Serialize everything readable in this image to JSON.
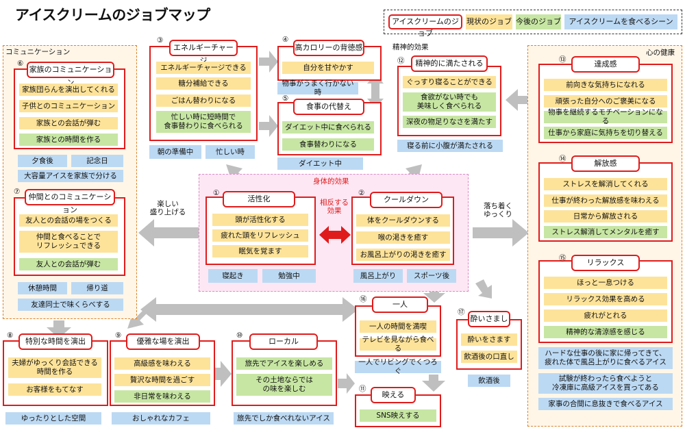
{
  "title": "アイスクリームのジョブマップ",
  "legend": [
    "アイスクリームのジョブ",
    "現状のジョブ",
    "今後のジョブ",
    "アイスクリームを食べるシーン"
  ],
  "groups": {
    "communication": "コミュニケーション",
    "mental": "精神的効果",
    "heart": "心の健康",
    "physical": "身体的効果"
  },
  "labels": {
    "enjoy": "楽しい\n盛り上げる",
    "calm": "落ち着く\nゆっくり",
    "opposite": "相反する\n効果"
  },
  "jobs": {
    "j1": {
      "num": "①",
      "head": "活性化",
      "items": [
        "頭が活性化する",
        "疲れた頭をリフレッシュ",
        "眠気を覚ます"
      ],
      "scenes": [
        "寝起き",
        "勉強中"
      ]
    },
    "j2": {
      "num": "②",
      "head": "クールダウン",
      "items": [
        "体をクールダウンする",
        "喉の渇きを癒す",
        "お風呂上がりの渇きを癒す"
      ],
      "scenes": [
        "風呂上がり",
        "スポーツ後"
      ]
    },
    "j3": {
      "num": "③",
      "head": "エネルギーチャージ",
      "items": [
        "エネルギーチャージできる",
        "糖分補給できる",
        "ごはん替わりになる",
        "忙しい時に短時間で\n食事替わりに食べられる"
      ],
      "scenes": [
        "朝の準備中",
        "忙しい時"
      ]
    },
    "j4": {
      "num": "④",
      "head": "高カロリーの背徳感",
      "items": [
        "自分を甘やかす"
      ],
      "scenes": [
        "物事がうまく行かない時"
      ]
    },
    "j5": {
      "num": "⑤",
      "head": "食事の代替え",
      "items": [
        "ダイエット中に食べられる",
        "食事替わりになる"
      ],
      "scenes": [
        "ダイエット中"
      ]
    },
    "j6": {
      "num": "⑥",
      "head": "家族のコミュニケーション",
      "items": [
        "家族団らんを演出してくれる",
        "子供とのコミュニケーション",
        "家族との会話が弾む",
        "家族との時間を作る"
      ],
      "scenes": [
        "夕食後",
        "記念日",
        "大容量アイスを家族で分ける"
      ]
    },
    "j7": {
      "num": "⑦",
      "head": "仲間とのコミュニケーション",
      "items": [
        "友人との会話の場をつくる",
        "仲間と食べることで\nリフレッシュできる",
        "友人との会話が弾む"
      ],
      "scenes": [
        "休憩時間",
        "帰り道",
        "友達同士で味くらべする"
      ]
    },
    "j8": {
      "num": "⑧",
      "head": "特別な時間を演出",
      "items": [
        "夫婦がゆっくり会話できる\n時間を作る",
        "お客様をもてなす"
      ],
      "scenes": [
        "ゆったりとした空間"
      ]
    },
    "j9": {
      "num": "⑨",
      "head": "優雅な場を演出",
      "items": [
        "高級感を味わえる",
        "贅沢な時間を過ごす",
        "非日常を味わえる"
      ],
      "scenes": [
        "おしゃれなカフェ"
      ]
    },
    "j10": {
      "num": "⑩",
      "head": "ローカル",
      "items": [
        "旅先でアイスを楽しめる",
        "その土地ならでは\nの味を楽しむ"
      ],
      "scenes": [
        "旅先でしか食べれないアイス"
      ]
    },
    "j11": {
      "num": "⑪",
      "head": "映える",
      "items": [
        "SNS映えする"
      ],
      "scenes": []
    },
    "j12": {
      "num": "⑫",
      "head": "精神的に満たされる",
      "items": [
        "ぐっすり寝ることができる",
        "食欲がない時でも\n美味しく食べられる",
        "深夜の物足りなさを満たす"
      ],
      "scenes": [
        "寝る前に小腹が満たされる"
      ]
    },
    "j13": {
      "num": "⑬",
      "head": "達成感",
      "items": [
        "前向きな気持ちになれる",
        "頑張った自分へのご褒美になる",
        "物事を継続するモチベーションになる",
        "仕事から家庭に気持ちを切り替える"
      ],
      "scenes": []
    },
    "j14": {
      "num": "⑭",
      "head": "解放感",
      "items": [
        "ストレスを解消してくれる",
        "仕事が終わった解放感を味わえる",
        "日常から解放される",
        "ストレス解消してメンタルを癒す"
      ],
      "scenes": []
    },
    "j15": {
      "num": "⑮",
      "head": "リラックス",
      "items": [
        "ほっと一息つける",
        "リラックス効果を高める",
        "疲れがとれる",
        "精神的な清涼感を感じる"
      ],
      "scenes": [
        "ハードな仕事の後に家に帰ってきて、\n疲れた体で風呂上がりに食べるアイス",
        "試験が終わったら食べようと\n冷凍庫に高級アイスを買ってある",
        "家事の合間に息抜きで食べるアイス"
      ]
    },
    "j16": {
      "num": "⑯",
      "head": "一人",
      "items": [
        "一人の時間を満喫",
        "テレビを見ながら食べる"
      ],
      "scenes": [
        "一人でリビングでくつろぐ"
      ]
    },
    "j17": {
      "num": "⑰",
      "head": "酔いさまし",
      "items": [
        "酔いをさます",
        "飲酒後の口直し"
      ],
      "scenes": [
        "飲酒後"
      ]
    }
  },
  "colors": {
    "job_border": "#e01b1b",
    "current": "#fde39a",
    "future": "#c7e6a3",
    "scene": "#bcd9f3",
    "arrow": "#bfbfbf"
  }
}
